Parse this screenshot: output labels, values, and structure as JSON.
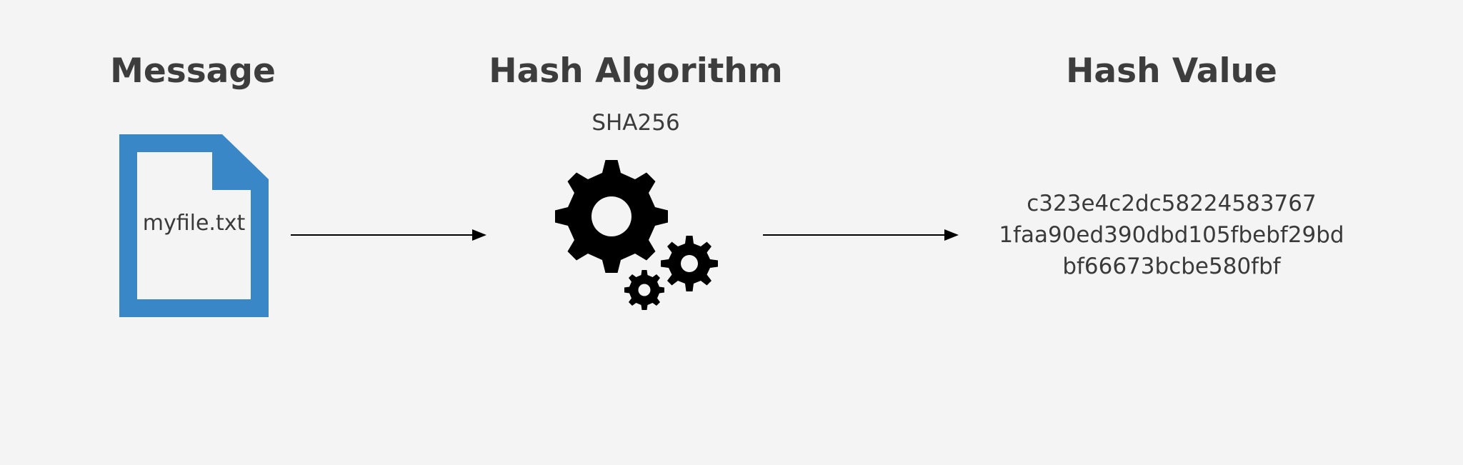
{
  "message": {
    "heading": "Message",
    "filename": "myfile.txt",
    "icon": "document-icon",
    "icon_color": "#3a87c8"
  },
  "algorithm": {
    "heading": "Hash Algorithm",
    "name": "SHA256",
    "icon": "gears-icon",
    "icon_color": "#000000"
  },
  "hash_value": {
    "heading": "Hash Value",
    "lines": [
      "c323e4c2dc58224583767",
      "1faa90ed390dbd105fbebf29bd",
      "bf66673bcbe580fbf"
    ]
  },
  "connectors": [
    "right-arrow-icon",
    "right-arrow-icon"
  ],
  "colors": {
    "background": "#f4f4f4",
    "text": "#3d3d3d"
  }
}
